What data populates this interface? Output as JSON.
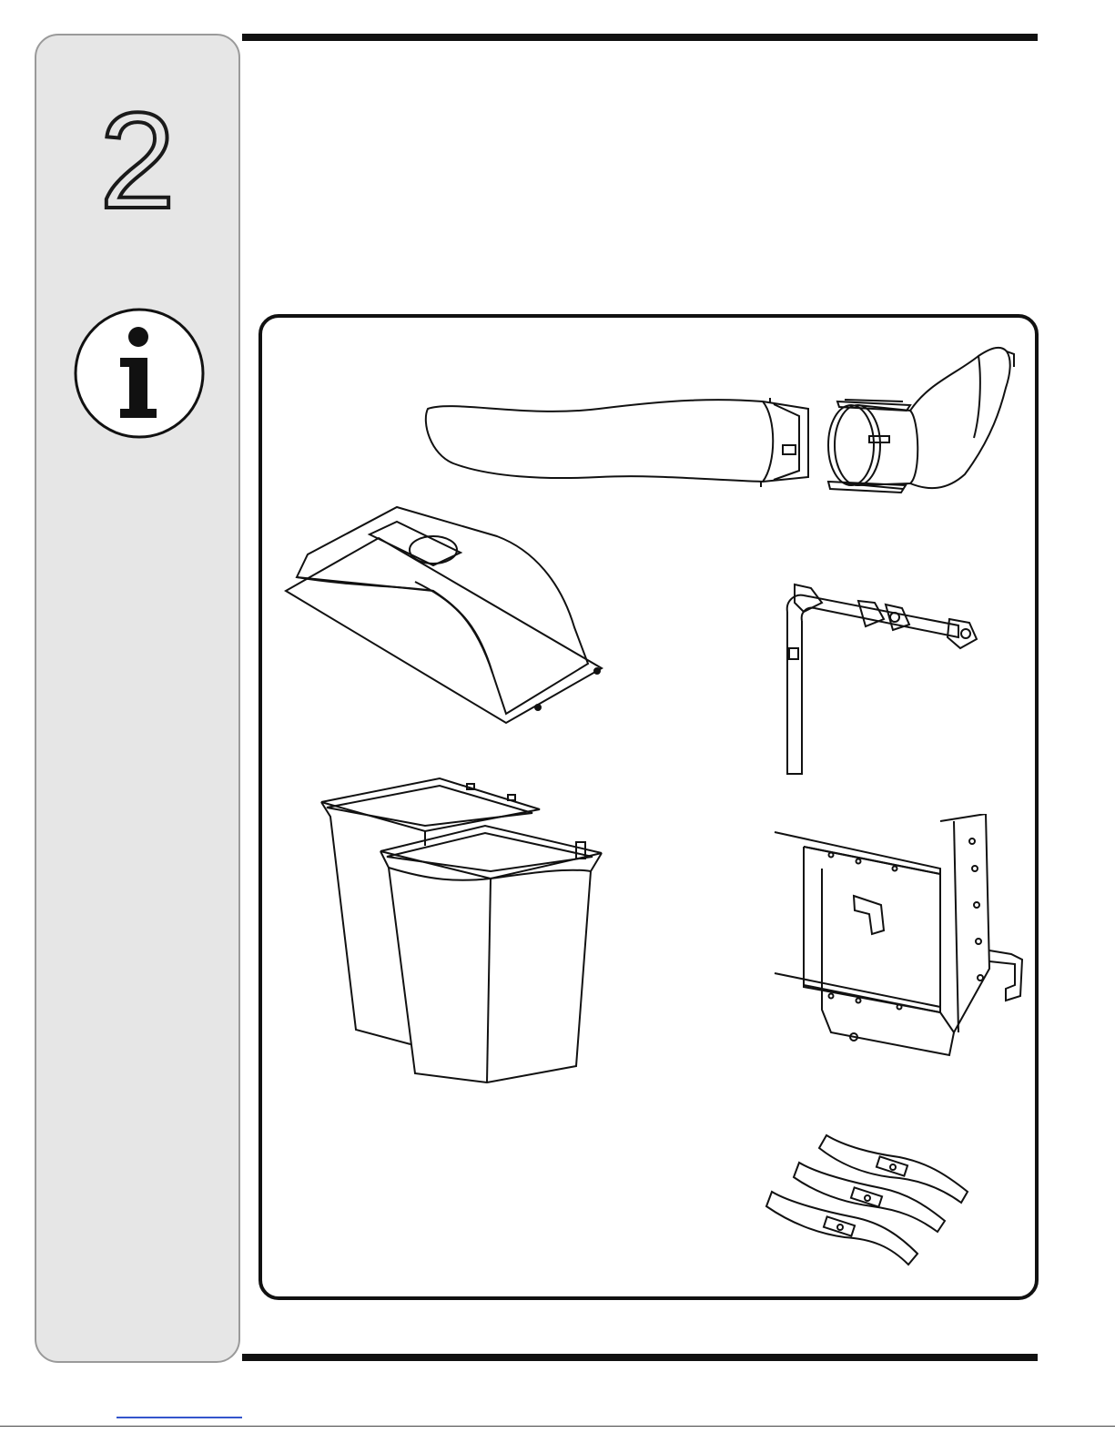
{
  "step": {
    "number": "2"
  },
  "icons": {
    "info": "info-icon"
  },
  "parts": [
    {
      "name": "chute-tube-part"
    },
    {
      "name": "chute-adapter-part"
    },
    {
      "name": "bag-cover-part"
    },
    {
      "name": "bag-frame-bar-part"
    },
    {
      "name": "grass-bags-part"
    },
    {
      "name": "support-bracket-part"
    },
    {
      "name": "mower-blades-part"
    }
  ]
}
